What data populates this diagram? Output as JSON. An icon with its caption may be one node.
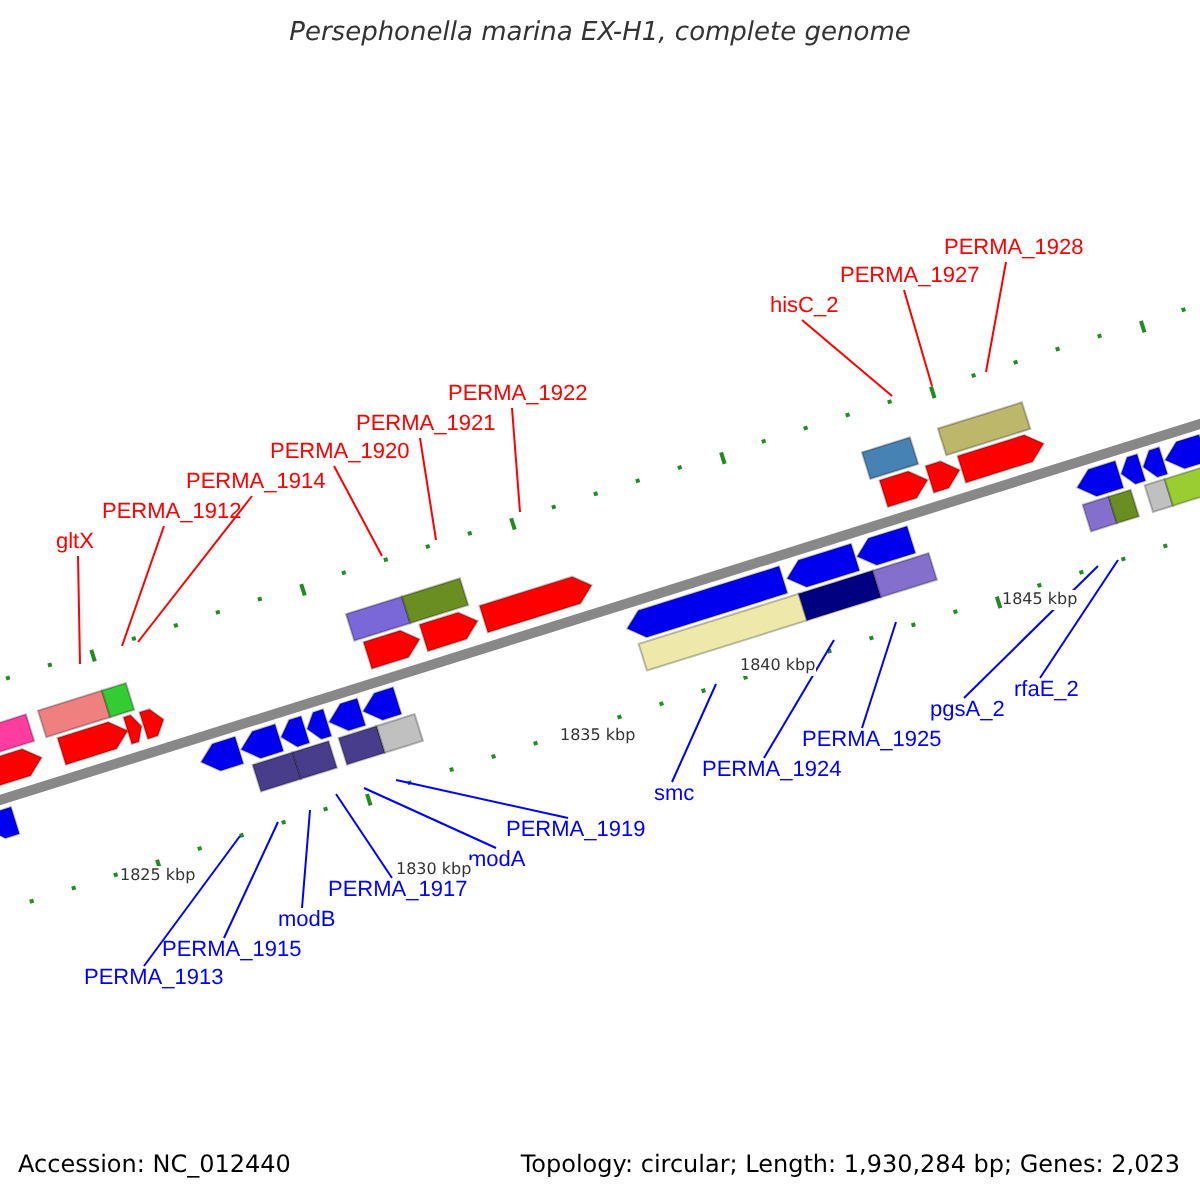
{
  "diagram": {
    "title": "Persephonella marina EX-H1, complete genome",
    "nodes": [
      {
        "text": [
          "gltX"
        ]
      },
      {
        "text": [
          "PERMA_1912"
        ]
      },
      {
        "text": [
          "PERMA_1914"
        ]
      },
      {
        "text": [
          "PERMA_1920"
        ]
      },
      {
        "text": [
          "PERMA_1921"
        ]
      },
      {
        "text": [
          "PERMA_1922"
        ]
      },
      {
        "text": [
          "hisC_2"
        ]
      },
      {
        "text": [
          "PERMA_1927"
        ]
      },
      {
        "text": [
          "PERMA_1928"
        ]
      },
      {
        "text": [
          "PERMA_1913"
        ]
      },
      {
        "text": [
          "PERMA_1915"
        ]
      },
      {
        "text": [
          "modB"
        ]
      },
      {
        "text": [
          "PERMA_1917"
        ]
      },
      {
        "text": [
          "modA"
        ]
      },
      {
        "text": [
          "PERMA_1919"
        ]
      },
      {
        "text": [
          "smc"
        ]
      },
      {
        "text": [
          "PERMA_1924"
        ]
      },
      {
        "text": [
          "PERMA_1925"
        ]
      },
      {
        "text": [
          "pgsA_2"
        ]
      },
      {
        "text": [
          "rfaE_2"
        ]
      }
    ],
    "edges": [
      {
        "from": 0,
        "to": null,
        "arrow": "none",
        "color": "#ff0000"
      },
      {
        "from": 1,
        "to": null,
        "arrow": "none",
        "color": "#ff0000"
      },
      {
        "from": 2,
        "to": null,
        "arrow": "none",
        "color": "#ff0000"
      },
      {
        "from": 3,
        "to": null,
        "arrow": "none",
        "color": "#ff0000"
      },
      {
        "from": 4,
        "to": null,
        "arrow": "none",
        "color": "#ff0000"
      },
      {
        "from": 5,
        "to": null,
        "arrow": "none",
        "color": "#ff0000"
      },
      {
        "from": 6,
        "to": null,
        "arrow": "none",
        "color": "#ff0000"
      },
      {
        "from": 7,
        "to": null,
        "arrow": "none",
        "color": "#ff0000"
      },
      {
        "from": 8,
        "to": null,
        "arrow": "none",
        "color": "#ff0000"
      },
      {
        "from": 9,
        "to": null,
        "arrow": "none",
        "color": "#0000ff"
      },
      {
        "from": 10,
        "to": null,
        "arrow": "none",
        "color": "#0000ff"
      },
      {
        "from": 11,
        "to": null,
        "arrow": "none",
        "color": "#0000ff"
      },
      {
        "from": 12,
        "to": null,
        "arrow": "none",
        "color": "#0000ff"
      },
      {
        "from": 13,
        "to": null,
        "arrow": "none",
        "color": "#0000ff"
      },
      {
        "from": 14,
        "to": null,
        "arrow": "none",
        "color": "#0000ff"
      },
      {
        "from": 15,
        "to": null,
        "arrow": "none",
        "color": "#0000ff"
      },
      {
        "from": 16,
        "to": null,
        "arrow": "none",
        "color": "#0000ff"
      },
      {
        "from": 17,
        "to": null,
        "arrow": "none",
        "color": "#0000ff"
      },
      {
        "from": 18,
        "to": null,
        "arrow": "none",
        "color": "#0000ff"
      },
      {
        "from": 19,
        "to": null,
        "arrow": "none",
        "color": "#0000ff"
      }
    ],
    "labels": [
      "1825 kbp",
      "1830 kbp",
      "1835 kbp",
      "1840 kbp",
      "1845 kbp",
      "Accession: NC_012440",
      "Topology: circular; Length: 1,930,284 bp; Genes: 2,023"
    ]
  }
}
